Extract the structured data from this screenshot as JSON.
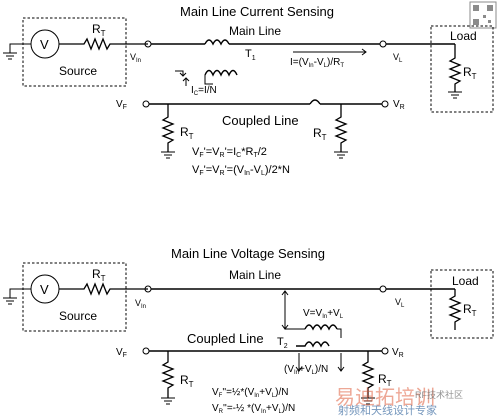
{
  "top": {
    "title": "Main Line Current Sensing",
    "main_line_label": "Main Line",
    "coupled_line_label": "Coupled Line",
    "source_label": "Source",
    "source_symbol": "V",
    "rt": "R",
    "rt_sub": "T",
    "t1": "T",
    "t1_sub": "1",
    "vin": "V",
    "vin_sub": "In",
    "vl": "V",
    "vl_sub": "L",
    "vf": "V",
    "vf_sub": "F",
    "vr": "V",
    "vr_sub": "R",
    "load_label": "Load",
    "current_eq": "I=(V",
    "current_eq_2": "-V",
    "current_eq_3": ")/R",
    "ic_eq": "I",
    "ic_eq_2": "=I/N",
    "eq1_a": "V",
    "eq1_b": "'=V",
    "eq1_c": "'=I",
    "eq1_d": "*R",
    "eq1_e": "/2",
    "eq2_a": "V",
    "eq2_b": "'=V",
    "eq2_c": "'=(V",
    "eq2_d": "-V",
    "eq2_e": ")/2*N"
  },
  "bottom": {
    "title": "Main Line Voltage Sensing",
    "main_line_label": "Main Line",
    "coupled_line_label": "Coupled Line",
    "source_label": "Source",
    "source_symbol": "V",
    "rt": "R",
    "rt_sub": "T",
    "t2": "T",
    "t2_sub": "2",
    "load_label": "Load",
    "v_eq": "V=V",
    "v_eq_2": "+V",
    "vn_eq": "(V",
    "vn_eq_2": "+V",
    "vn_eq_3": ")/N",
    "eq1": "V",
    "eq1_b": "''=½*(V",
    "eq1_c": "+V",
    "eq1_d": ")/N",
    "eq2": "V",
    "eq2_b": "''=-½ *(V",
    "eq2_c": "+V",
    "eq2_d": ")/N"
  },
  "watermark": {
    "text1": "射频和天线设计专家",
    "text2": "易迪拓培训",
    "text3": "RF技术社区"
  }
}
